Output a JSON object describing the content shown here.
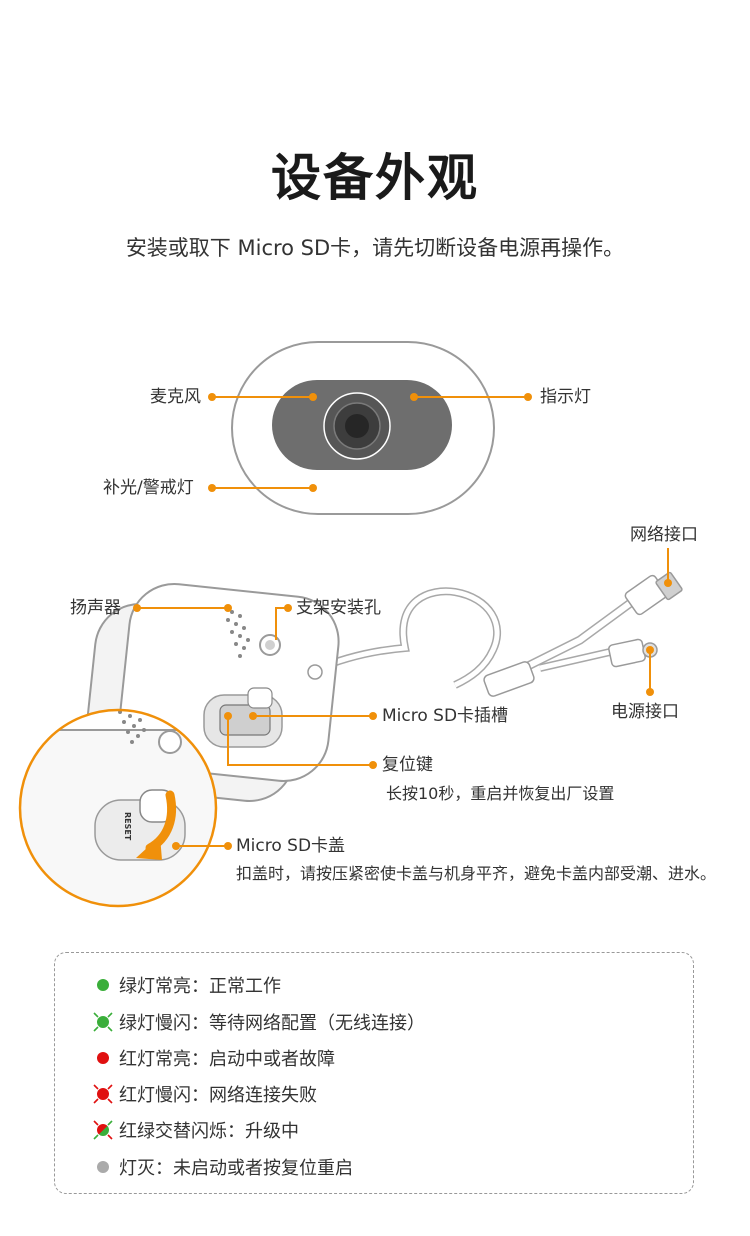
{
  "page": {
    "title": "设备外观",
    "subtitle": "安装或取下 Micro SD卡，请先切断设备电源再操作。"
  },
  "front_labels": {
    "microphone": "麦克风",
    "indicator": "指示灯",
    "fill_light": "补光/警戒灯"
  },
  "back_labels": {
    "network_port": "网络接口",
    "speaker": "扬声器",
    "mount_hole": "支架安装孔",
    "sd_slot": "Micro SD卡插槽",
    "power_port": "电源接口",
    "reset_key": "复位键",
    "reset_desc": "长按10秒，重启并恢复出厂设置",
    "sd_cover": "Micro SD卡盖",
    "sd_cover_desc": "扣盖时，请按压紧密使卡盖与机身平齐，避免卡盖内部受潮、进水。",
    "reset_mark": "RESET"
  },
  "legend": {
    "items": [
      {
        "text": "绿灯常亮：正常工作",
        "color": "#3aae3a",
        "blink": false
      },
      {
        "text": "绿灯慢闪：等待网络配置（无线连接）",
        "color": "#3aae3a",
        "blink": true
      },
      {
        "text": "红灯常亮：启动中或者故障",
        "color": "#e01010",
        "blink": false
      },
      {
        "text": "红灯慢闪：网络连接失败",
        "color": "#e01010",
        "blink": true
      },
      {
        "text": "红绿交替闪烁：升级中",
        "color": "#e01010",
        "color2": "#3aae3a",
        "blink": true
      },
      {
        "text": "灯灭：未启动或者按复位重启",
        "color": "#aaaaaa",
        "blink": false
      }
    ]
  },
  "colors": {
    "accent": "#f0900a"
  }
}
